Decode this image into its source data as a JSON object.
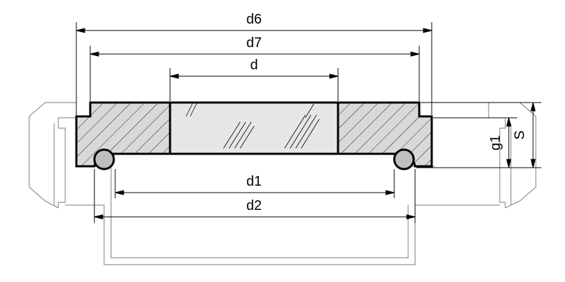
{
  "dimensions": {
    "d6": "d6",
    "d7": "d7",
    "d": "d",
    "d1": "d1",
    "d2": "d2",
    "g1": "g1",
    "s": "S"
  },
  "colors": {
    "line": "#000000",
    "hatch_fill": "#d9d9d9",
    "glass_fill": "#e6e6e6",
    "oring_fill": "#bfbfbf",
    "housing_line": "#7a7a7a"
  }
}
